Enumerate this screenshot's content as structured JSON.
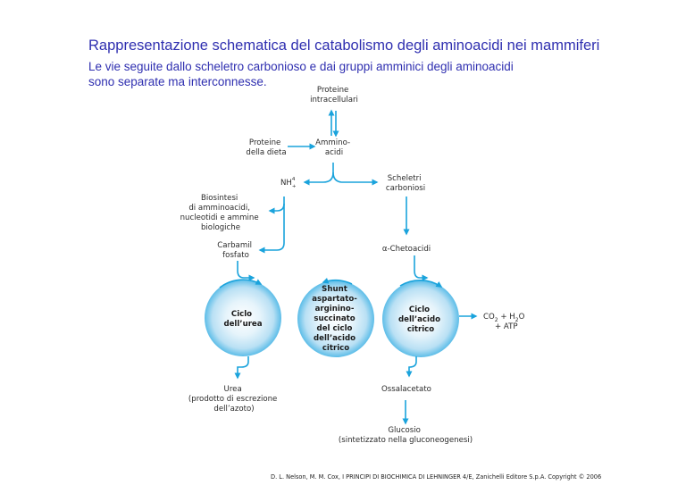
{
  "header": {
    "title": "Rappresentazione schematica del catabolismo degli aminoacidi nei mammiferi",
    "subtitle": "Le vie seguite dallo scheletro carbonioso e dai gruppi amminici degli aminoacidi sono separate ma interconnesse."
  },
  "diagram": {
    "nodes": {
      "proteine_intracellulari": [
        "Proteine",
        "intracellulari"
      ],
      "proteine_dieta": [
        "Proteine",
        "della dieta"
      ],
      "amminoacidi": [
        "Ammino-",
        "acidi"
      ],
      "nh4": "NH",
      "nh4_sup": "4",
      "nh4_sub": "+",
      "scheletri": [
        "Scheletri",
        "carboniosi"
      ],
      "biosintesi": [
        "Biosintesi",
        "di amminoacidi,",
        "nucleotidi e ammine",
        "biologiche"
      ],
      "carbamil": [
        "Carbamil",
        "fosfato"
      ],
      "chetoacidi": "α-Chetoacidi",
      "ciclo_urea": [
        "Ciclo",
        "dell’urea"
      ],
      "shunt": [
        "Shunt",
        "aspartato-",
        "arginino-",
        "succinato",
        "del ciclo",
        "dell’acido",
        "citrico"
      ],
      "ciclo_citrico": [
        "Ciclo",
        "dell’acido",
        "citrico"
      ],
      "co2": "CO",
      "co2_sub": "2",
      "h2o_plus": " + H",
      "h2o_sub": "2",
      "h2o_o": "O",
      "atp": "+ ATP",
      "urea": [
        "Urea",
        "(prodotto di escrezione",
        "dell’azoto)"
      ],
      "ossalacetato": "Ossalacetato",
      "glucosio": [
        "Glucosio",
        "(sintetizzato nella gluconeogenesi)"
      ]
    },
    "colors": {
      "arrow": "#1aa3dc",
      "circle_center": "#ffffff",
      "circle_mid": "#c2e4f6",
      "circle_edge": "#3fb1e4"
    }
  },
  "footer": {
    "citation": "D. L. Nelson, M. M. Cox, I PRINCIPI DI BIOCHIMICA DI LEHNINGER 4/E,  Zanichelli Editore S.p.A.  Copyright © 2006"
  }
}
